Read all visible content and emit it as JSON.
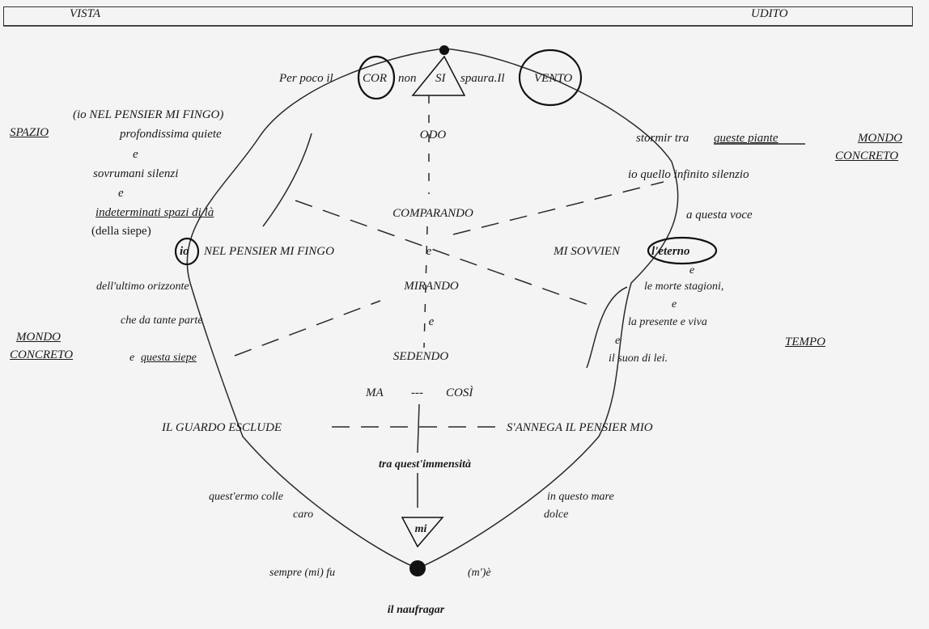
{
  "header": {
    "left": "VISTA",
    "right": "UDITO"
  },
  "side_labels": {
    "spazio": "SPAZIO",
    "mondo_concreto_right": [
      "MONDO",
      "CONCRETO"
    ],
    "mondo_concreto_left": [
      "MONDO",
      "CONCRETO"
    ],
    "tempo": "TEMPO"
  },
  "top_line": {
    "per_poco_il": "Per poco il",
    "cor": "COR",
    "non": "non",
    "si": "SI",
    "spaura": "spaura.Il",
    "vento": "VENTO"
  },
  "left_column": {
    "io_nel_pensier_paren": "(io  NEL PENSIER MI FINGO)",
    "profondissima": "profondissima quiete",
    "e1": "e",
    "sovrumani": "sovrumani silenzi",
    "e2": "e",
    "indeterminati": "indeterminati spazi di là",
    "della_siepe": "(della siepe)",
    "io": "io",
    "nel_pensier": "NEL PENSIER MI FINGO",
    "ultimo_orizzonte": "dell'ultimo orizzonte",
    "tante_parte": "che da tante parte",
    "questa_siepe_e": "e",
    "questa_siepe": "questa  siepe",
    "guardo_esclude": "IL GUARDO ESCLUDE",
    "ermo_colle": "quest'ermo colle",
    "caro": "caro",
    "sempre_fu": "sempre (mi)  fu"
  },
  "center_column": {
    "odo": "ODO",
    "comparando": "COMPARANDO",
    "e1": "e",
    "mirando": "MIRANDO",
    "e2": "e",
    "sedendo": "SEDENDO",
    "ma": "MA",
    "dash": "---",
    "cosi": "COSÌ",
    "immensita": "tra quest'immensità",
    "mi": "mi",
    "naufragar": "il naufragar"
  },
  "right_column": {
    "stormir": "stormir tra",
    "queste_piante": "queste piante",
    "infinito_silenzio": "io quello infinito silenzio",
    "questa_voce": "a questa voce",
    "mi_sovvien": "MI SOVVIEN",
    "eterno": "l'eterno",
    "e1": "e",
    "morte_stagioni": "le morte stagioni,",
    "e2": "e",
    "presente_viva": "la presente e viva",
    "e3": "e",
    "suon_di_lei": "il suon di lei.",
    "annega": "S'ANNEGA IL PENSIER MIO",
    "mare": "in questo mare",
    "dolce": "dolce",
    "me": "(m')è"
  }
}
